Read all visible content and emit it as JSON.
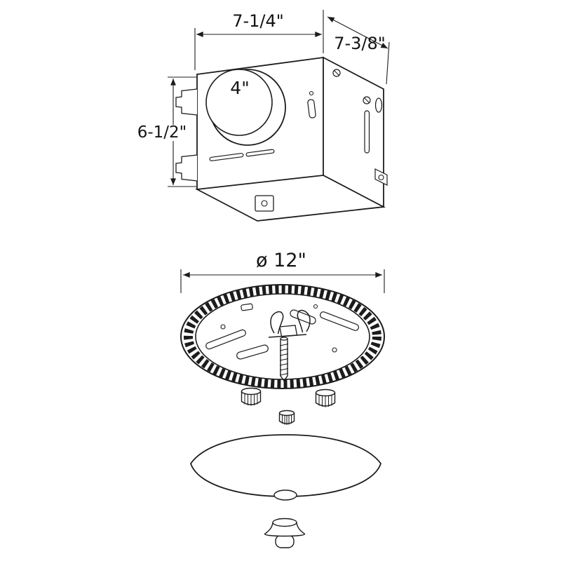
{
  "drawing": {
    "housing": {
      "width_label": "7-1/4\"",
      "depth_label": "7-3/8\"",
      "height_label": "6-1/2\"",
      "duct_label": "4\""
    },
    "grille": {
      "diameter_label": "ø 12\""
    }
  }
}
